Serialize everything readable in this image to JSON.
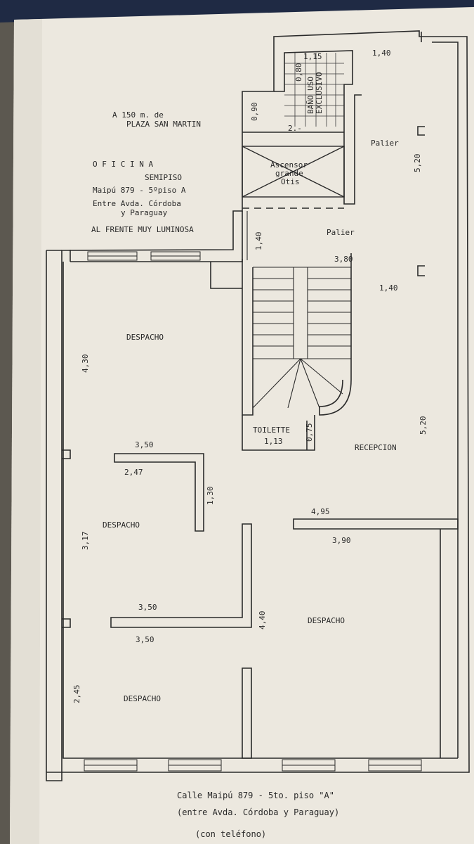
{
  "intro": {
    "distance_line1": "A 150 m. de",
    "distance_line2": "PLAZA SAN MARTIN",
    "oficina": "O F I C I N A",
    "semipiso": "SEMIPISO",
    "address": "Maipú 879 - 5ºpiso A",
    "between_line1": "Entre Avda. Córdoba",
    "between_line2": "y Paraguay",
    "feature": "AL FRENTE MUY LUMINOSA"
  },
  "rooms": {
    "bano_line1": "BAÑO USO",
    "bano_line2": "EXCLUSIVO",
    "ascensor_line1": "Ascensor",
    "ascensor_line2": "grande",
    "ascensor_line3": "Otis",
    "palier_top": "Palier",
    "palier_mid": "Palier",
    "despacho_1": "DESPACHO",
    "despacho_2": "DESPACHO",
    "despacho_3": "DESPACHO",
    "despacho_4": "DESPACHO",
    "toilette": "TOILETTE",
    "recepcion": "RECEPCION"
  },
  "dimensions": {
    "d_115": "1,15",
    "d_140_top": "1,40",
    "d_080": "0,80",
    "d_090": "0,90",
    "d_2": "2.-",
    "d_520_upper": "5,20",
    "d_140_stair": "1,40",
    "d_380": "3,80",
    "d_140_right": "1,40",
    "d_430": "4,30",
    "d_350_a": "3,50",
    "d_247": "2,47",
    "d_130": "1,30",
    "d_113": "1,13",
    "d_075": "0,75",
    "d_520_lower": "5,20",
    "d_317": "3,17",
    "d_495": "4,95",
    "d_390": "3,90",
    "d_350_b": "3,50",
    "d_350_c": "3,50",
    "d_440": "4,40",
    "d_245": "2,45"
  },
  "caption": {
    "line1": "Calle Maipú 879 - 5to. piso \"A\"",
    "line2": "(entre Avda. Córdoba y Paraguay)",
    "line3": "(con teléfono)"
  }
}
